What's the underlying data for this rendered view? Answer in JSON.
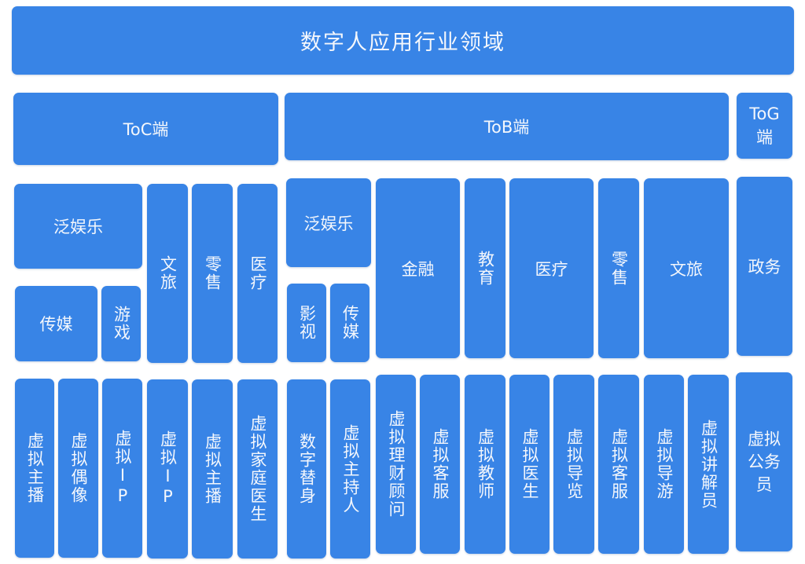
{
  "title": "数字人应用行业领域",
  "theme": {
    "box_color": "#3884e6",
    "text_color": "#f4f7fc",
    "background": "#ffffff"
  },
  "segments": {
    "toc": {
      "label": "ToC端",
      "industries": {
        "fanyule": "泛娱乐",
        "chuanmei": "传媒",
        "youxi": "游戏",
        "wenlv": "文旅",
        "lingshou": "零售",
        "yiliao": "医疗"
      },
      "applications": [
        "虚拟主播",
        "虚拟偶像",
        "虚拟IP",
        "虚拟IP",
        "虚拟主播",
        "虚拟家庭医生"
      ]
    },
    "tob": {
      "label": "ToB端",
      "industries": {
        "fanyule": "泛娱乐",
        "yingshi": "影视",
        "chuanmei": "传媒",
        "jinrong": "金融",
        "jiaoyu": "教育",
        "yiliao": "医疗",
        "lingshou": "零售",
        "wenlv": "文旅"
      },
      "applications": [
        "数字替身",
        "虚拟主持人",
        "虚拟理财顾问",
        "虚拟客服",
        "虚拟教师",
        "虚拟医生",
        "虚拟导览",
        "虚拟客服",
        "虚拟导游",
        "虚拟讲解员"
      ]
    },
    "tog": {
      "label": "ToG端",
      "label_line1": "ToG",
      "label_line2": "端",
      "industries": {
        "zhengwu": "政务"
      },
      "applications": [
        "虚拟公务员"
      ]
    }
  }
}
